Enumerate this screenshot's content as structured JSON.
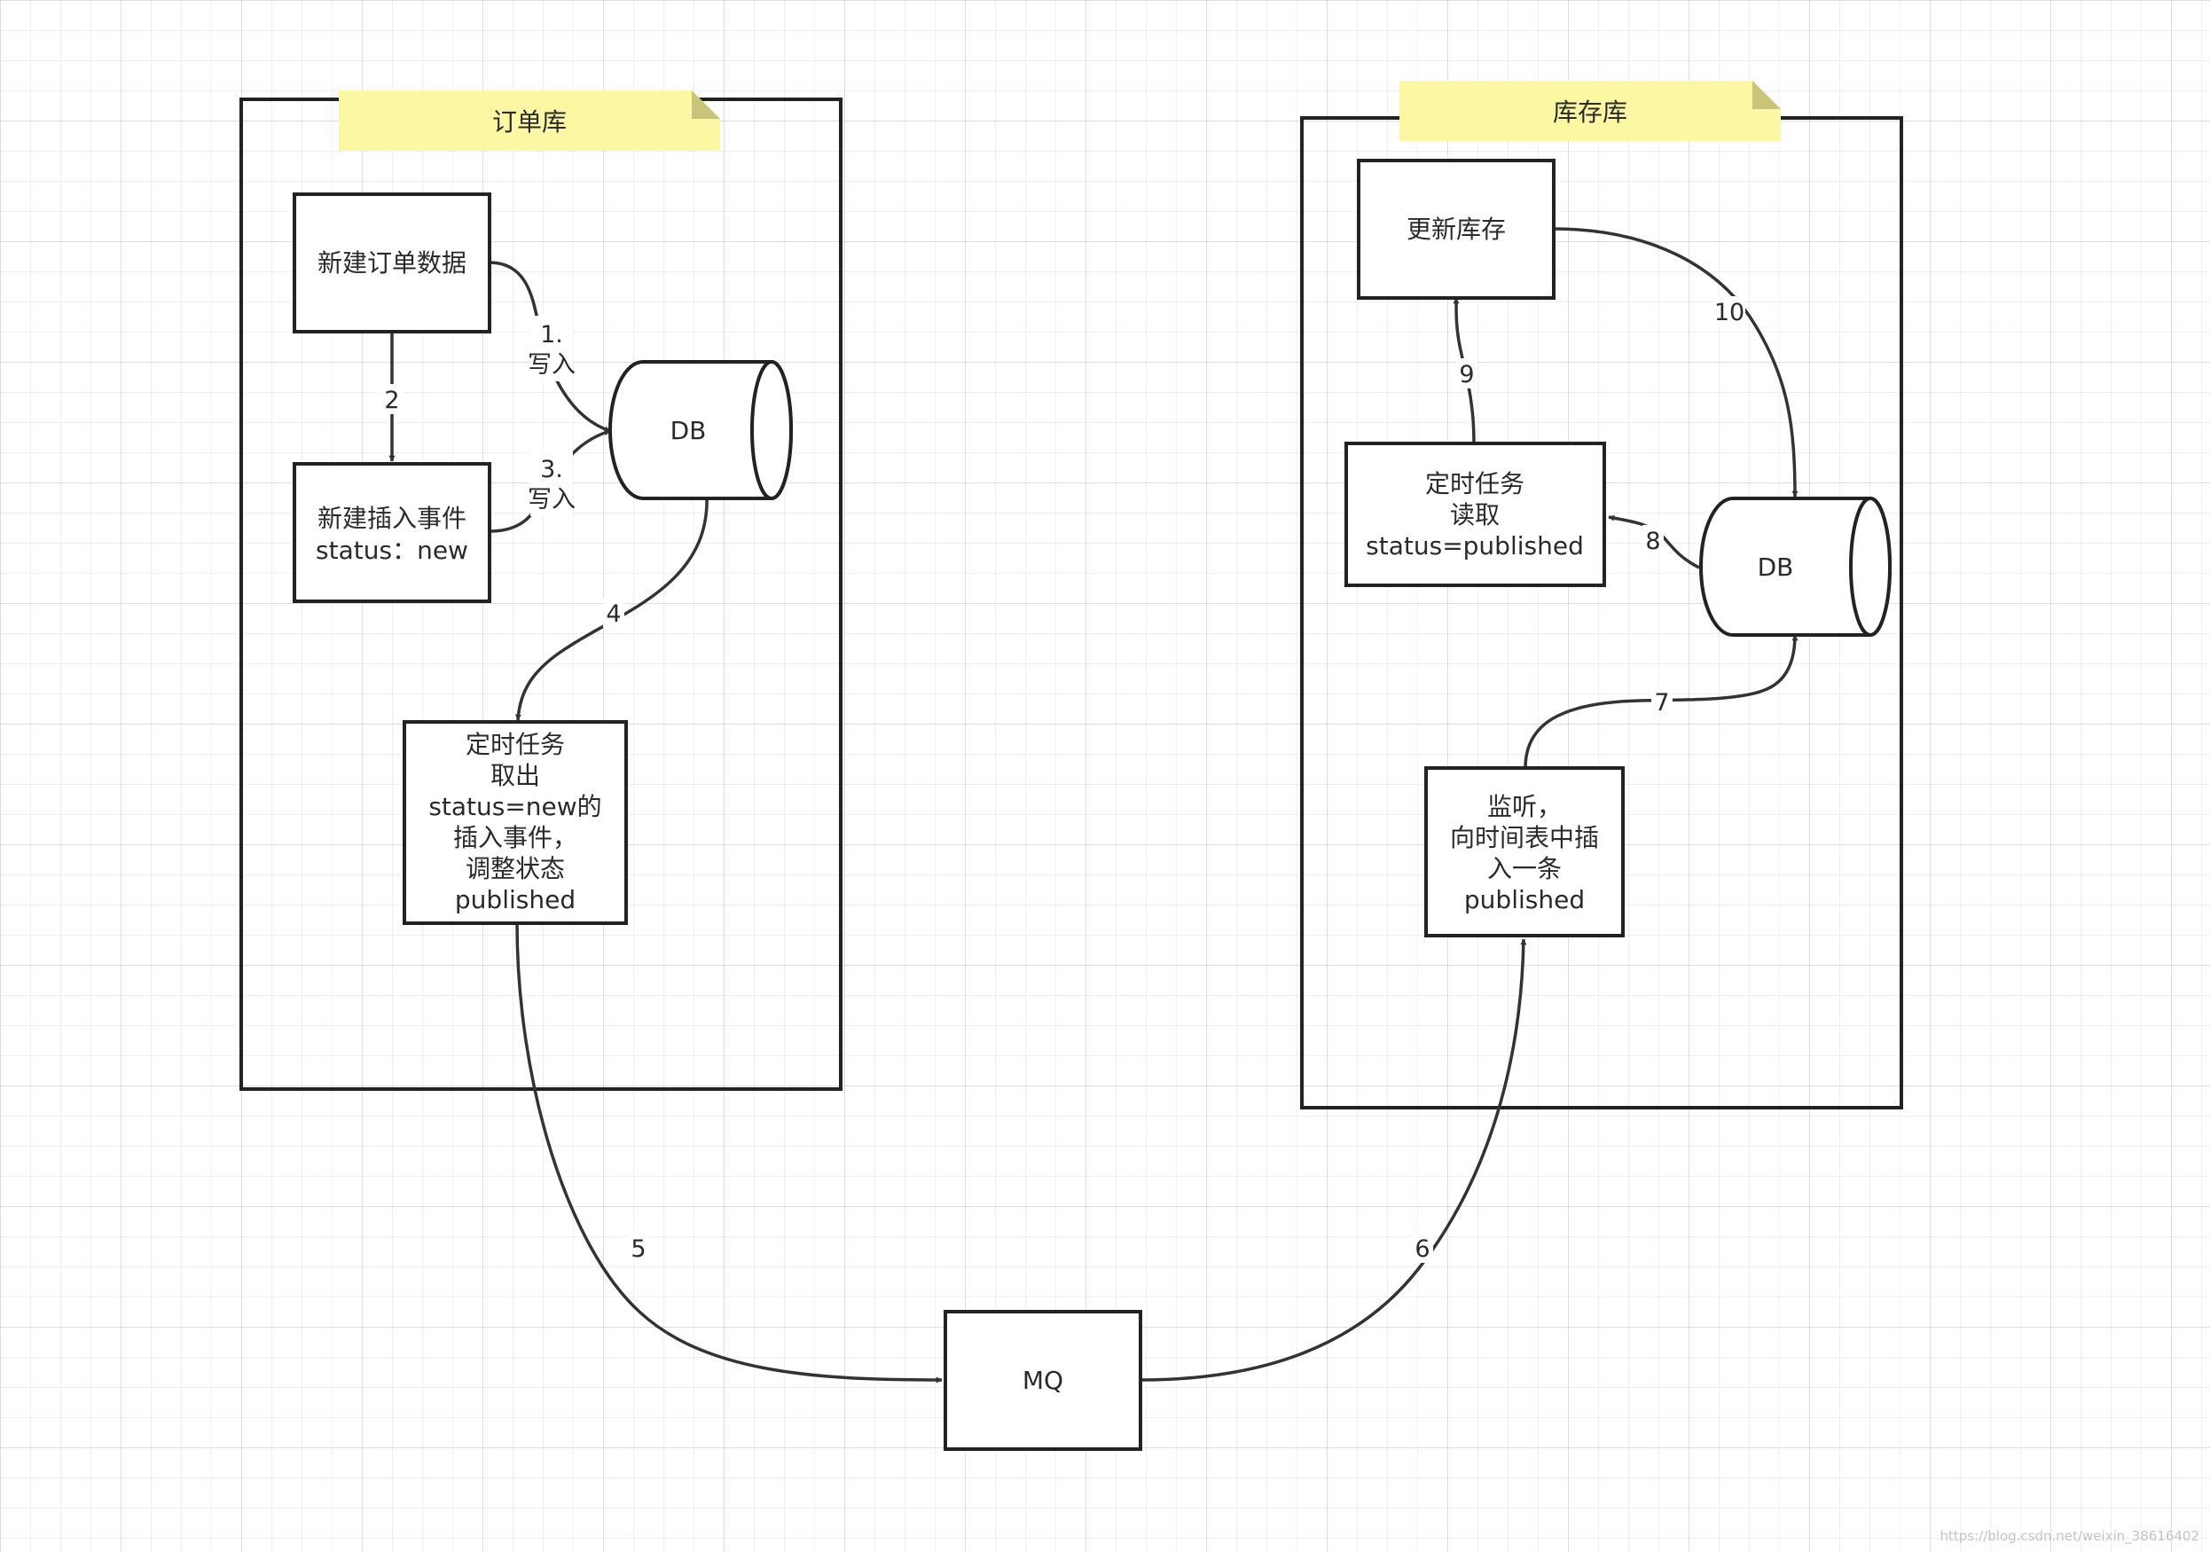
{
  "groups": {
    "order": {
      "title": "订单库"
    },
    "inventory": {
      "title": "库存库"
    }
  },
  "nodes": {
    "create_order": [
      "新建订单数据"
    ],
    "insert_event": [
      "新建插入事件",
      "status：new"
    ],
    "order_db": [
      "DB"
    ],
    "order_task": [
      "定时任务",
      "取出",
      "status=new的",
      "插入事件，",
      "调整状态",
      "published"
    ],
    "mq": [
      "MQ"
    ],
    "listen": [
      "监听，",
      "向时间表中插",
      "入一条",
      "published"
    ],
    "inventory_db": [
      "DB"
    ],
    "inventory_task": [
      "定时任务",
      "读取",
      "status=published"
    ],
    "update_stock": [
      "更新库存"
    ]
  },
  "edges": {
    "e1": [
      "1.",
      "写入"
    ],
    "e2": [
      "2"
    ],
    "e3": [
      "3.",
      "写入"
    ],
    "e4": [
      "4"
    ],
    "e5": [
      "5"
    ],
    "e6": [
      "6"
    ],
    "e7": [
      "7"
    ],
    "e8": [
      "8"
    ],
    "e9": [
      "9"
    ],
    "e10": [
      "10"
    ]
  },
  "watermark": "https://blog.csdn.net/weixin_38616402",
  "colors": {
    "note": "#fbf7a3",
    "note_fold": "#c9c47a",
    "stroke": "#222222",
    "grid": "#ebebeb"
  }
}
